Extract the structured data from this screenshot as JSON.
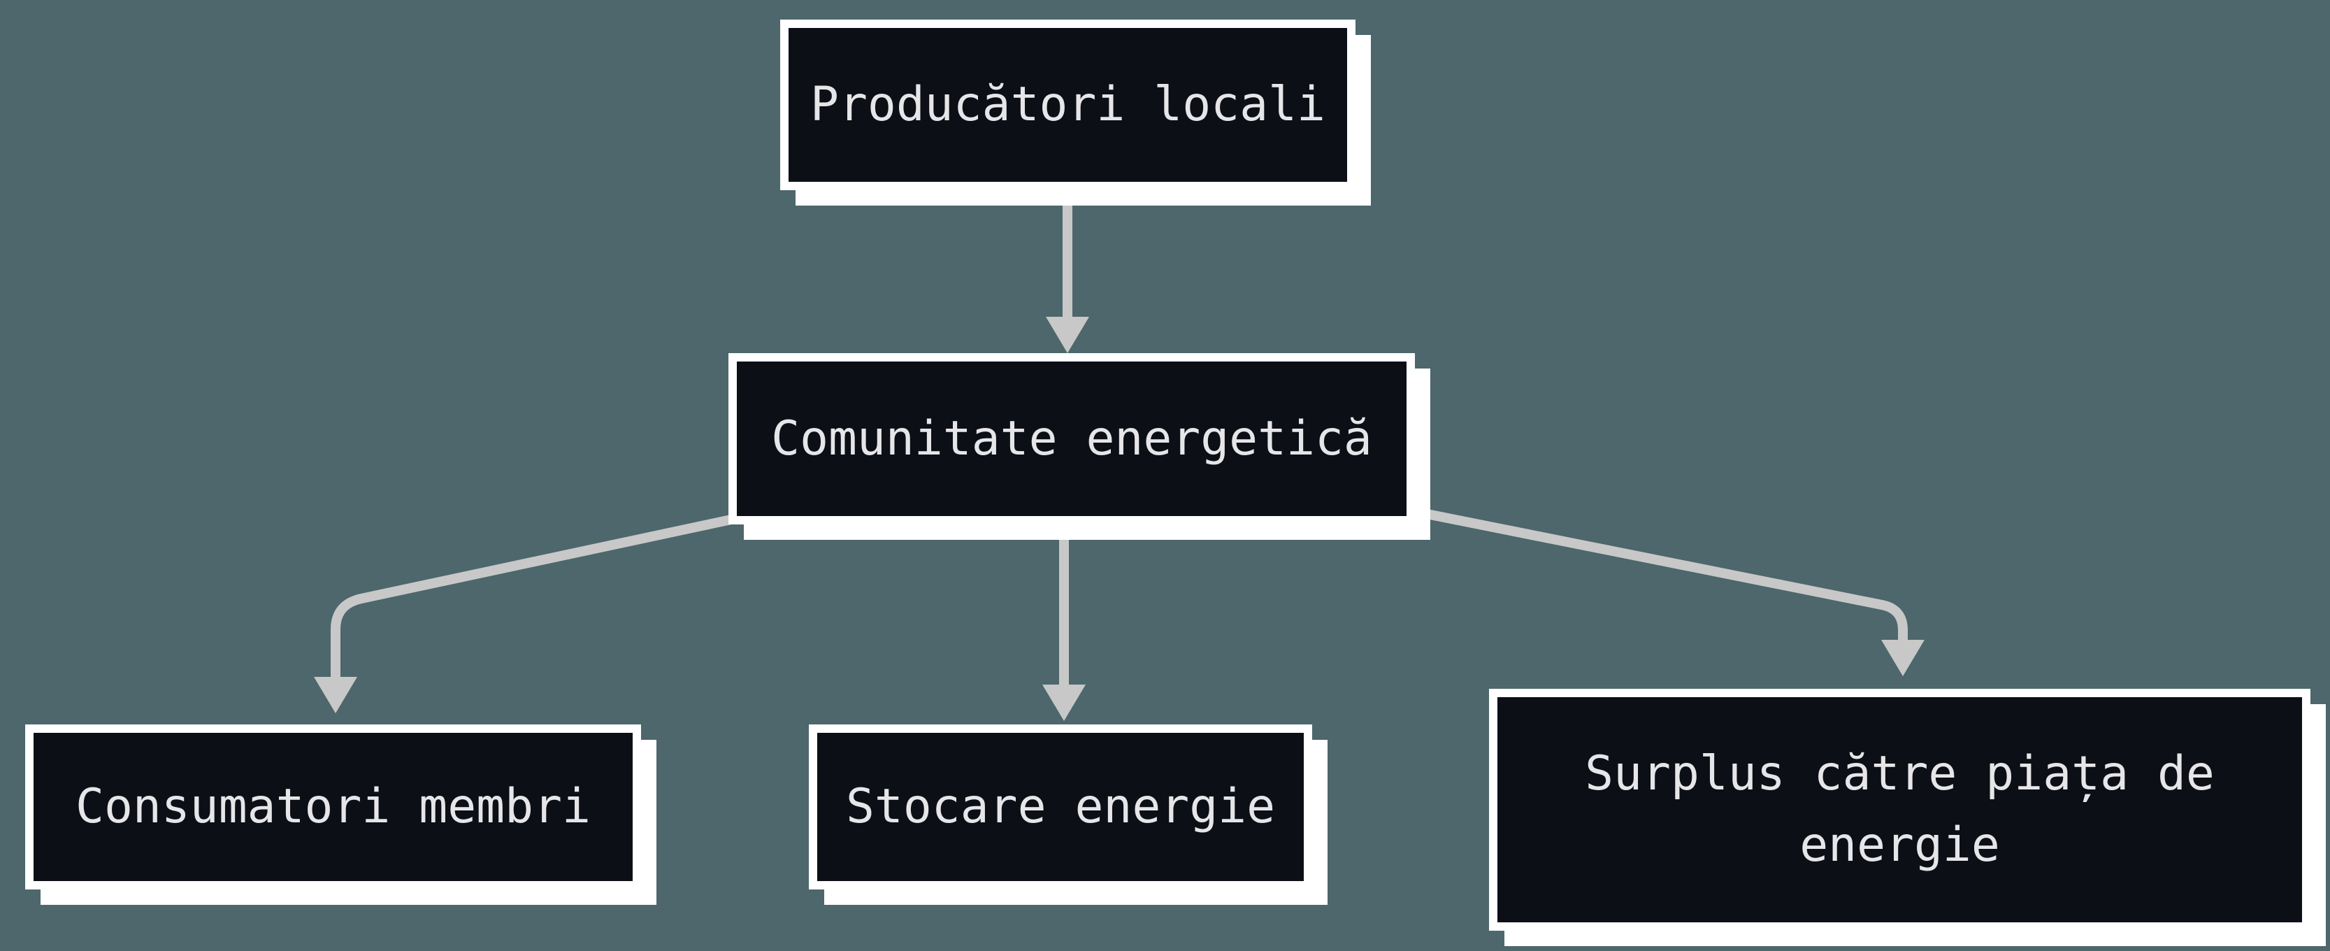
{
  "diagram": {
    "type": "flowchart",
    "background_color": "#4d676c",
    "node_fill_color": "#0d0f17",
    "node_frame_color": "#ffffff",
    "node_text_color": "#e6e6e8",
    "arrow_color": "#c8c8c8",
    "nodes": [
      {
        "id": "producatori-locali",
        "label": "Producători locali"
      },
      {
        "id": "comunitate-energetica",
        "label": "Comunitate energetică"
      },
      {
        "id": "consumatori-membri",
        "label": "Consumatori membri"
      },
      {
        "id": "stocare-energie",
        "label": "Stocare energie"
      },
      {
        "id": "surplus-piata-energie",
        "label": "Surplus către piața de energie"
      }
    ],
    "edges": [
      {
        "from": "producatori-locali",
        "to": "comunitate-energetica"
      },
      {
        "from": "comunitate-energetica",
        "to": "consumatori-membri"
      },
      {
        "from": "comunitate-energetica",
        "to": "stocare-energie"
      },
      {
        "from": "comunitate-energetica",
        "to": "surplus-piata-energie"
      }
    ]
  }
}
